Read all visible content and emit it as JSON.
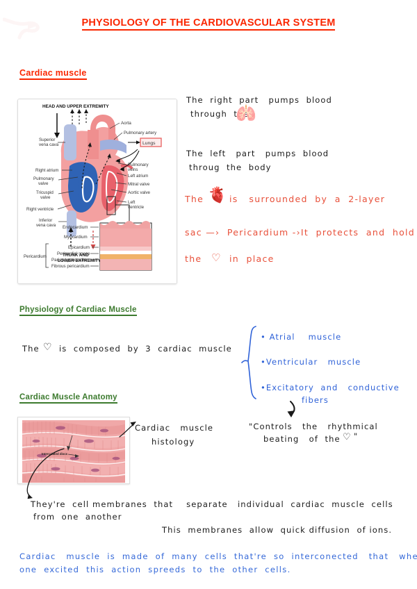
{
  "document": {
    "title": "PHYSIOLOGY OF THE CARDIOVASCULAR SYSTEM",
    "watermark_icon": "faint-swoosh-watermark"
  },
  "colors": {
    "title_red": "#fa2600",
    "heading_green": "#3c7a2e",
    "hand_black": "#1a1a1a",
    "hand_red": "#e8503a",
    "hand_blue": "#2f62d8",
    "paper": "#ffffff"
  },
  "sections": {
    "cardiac_muscle": {
      "heading": "Cardiac muscle",
      "notes": {
        "line1": "The  right  part   pumps  blood",
        "line2": "through  the",
        "lungs_emoji": "🫁",
        "line3": "The  left   part   pumps  blood",
        "line4": "throug  the  body",
        "red_line1_a": "The",
        "heart_emoji": "🫀",
        "red_line1_b": "is   surrounded  by  a  2-layer",
        "red_line2": "sac —›  Pericardium -›It  protects  and  hold",
        "red_line3_a": "the",
        "heart_outline": "♡",
        "red_line3_b": "in  place"
      }
    },
    "physiology": {
      "heading": "Physiology of Cardiac Muscle",
      "sentence_a": "The",
      "heart_outline": "♡",
      "sentence_b": "is  composed  by  3  cardiac  muscle",
      "bullets": [
        "• Atrial    muscle",
        "•Ventricular   muscle",
        "•Excitatory  and   conductive",
        "fibers"
      ],
      "annotation_line1": "\"Controls   the   rhythmical",
      "annotation_line2": "beating   of  the",
      "annotation_heart": "♡",
      "annotation_end": "\""
    },
    "anatomy": {
      "heading": "Cardiac Muscle Anatomy",
      "label_line1": "Cardiac   muscle",
      "label_line2": "histology",
      "note_line1": "They're  cell membranes  that    separate   individual  cardiac  muscle  cells",
      "note_line2": "from  one  another",
      "note_line3": "This  membranes  allow  quick diffusion  of ions.",
      "summary_line1": "Cardiac   muscle  is  made  of  many  cells  that're  so  interconected   that   when",
      "summary_line2": "one  excited  this  action  spreeds  to  the  other  cells."
    }
  },
  "figures": {
    "heart_diagram": {
      "name": "heart-circulation-diagram",
      "top_caption": "HEAD AND UPPER EXTREMITY",
      "bottom_caption": "TRUNK AND\nLOWER EXTREMITY",
      "highlight_box": "Lungs",
      "labels_left": [
        "Superior\nvena cava",
        "Right atrium",
        "Pulmonary\nvalve",
        "Tricuspid\nvalve",
        "Right ventricle",
        "Inferior\nvena cava"
      ],
      "labels_right": [
        "Aorta",
        "Pulmonary artery",
        "Pulmonary\nveins",
        "Left atrium",
        "Mitral valve",
        "Aortic valve",
        "Left\nventricle"
      ],
      "wall_layers": [
        "Endocardium",
        "Myocardium",
        "Epicardium",
        "Pericardial space",
        "Parietal pericardium",
        "Fibrous pericardium"
      ],
      "wall_group_label": "Pericardium"
    },
    "histology": {
      "name": "cardiac-muscle-histology-micrograph",
      "inner_label": "Intercalated discs"
    }
  }
}
